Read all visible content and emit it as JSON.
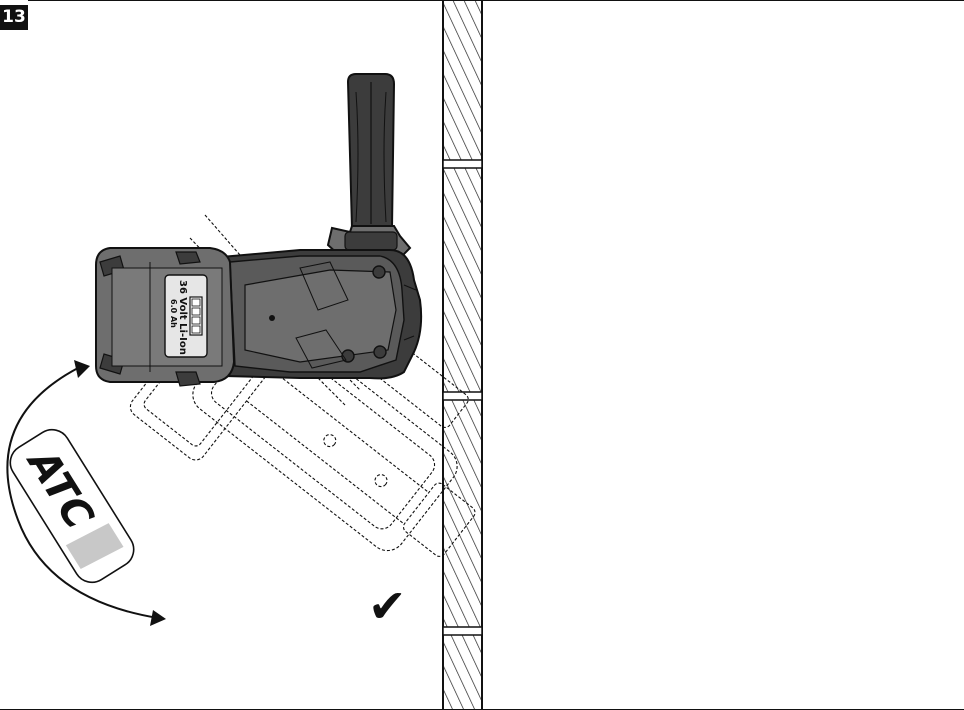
{
  "figure_number": "13",
  "battery": {
    "voltage_label": "36 Volt Li-Ion",
    "capacity_label": "6.0 Ah"
  },
  "atc_logo": {
    "text": "ATC"
  },
  "checkmark": "✔",
  "colors": {
    "tool_body": "#6e6e6e",
    "tool_dark": "#3c3c3c",
    "outline": "#111111",
    "hatch": "#222222",
    "logo_gray": "#c8c8c8"
  }
}
